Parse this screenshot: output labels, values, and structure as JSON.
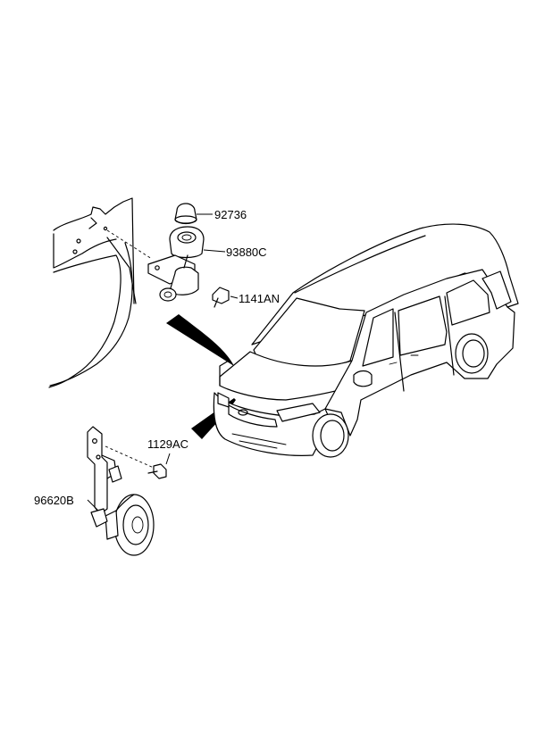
{
  "callouts": [
    {
      "id": "p92736",
      "label": "92736"
    },
    {
      "id": "p93880c",
      "label": "93880C"
    },
    {
      "id": "p1141an",
      "label": "1141AN"
    },
    {
      "id": "p1129ac",
      "label": "1129AC"
    },
    {
      "id": "p96620b",
      "label": "96620B"
    }
  ],
  "colors": {
    "line": "#000000",
    "background": "#ffffff"
  }
}
